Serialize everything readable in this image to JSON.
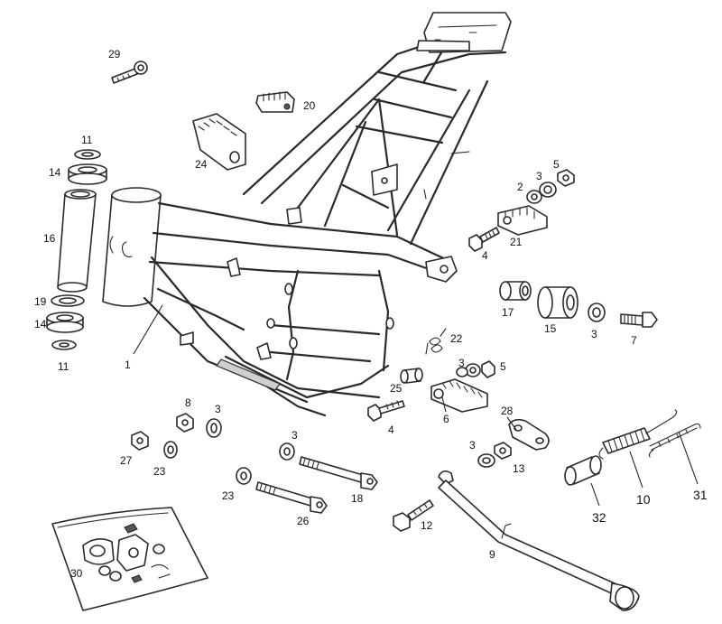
{
  "diagram": {
    "labels": {
      "p1": "1",
      "p2": "2",
      "p3a": "3",
      "p3b": "3",
      "p3c": "3",
      "p3d": "3",
      "p3e": "3",
      "p3f": "3",
      "p4a": "4",
      "p4b": "4",
      "p5a": "5",
      "p5b": "5",
      "p6": "6",
      "p7": "7",
      "p8": "8",
      "p9": "9",
      "p10": "10",
      "p11a": "11",
      "p11b": "11",
      "p12": "12",
      "p13": "13",
      "p14a": "14",
      "p14b": "14",
      "p15": "15",
      "p16": "16",
      "p17": "17",
      "p18": "18",
      "p19": "19",
      "p20": "20",
      "p21": "21",
      "p22": "22",
      "p23a": "23",
      "p23b": "23",
      "p24": "24",
      "p25": "25",
      "p26": "26",
      "p27": "27",
      "p28": "28",
      "p29": "29",
      "p30": "30",
      "p31": "31",
      "p32": "32"
    }
  }
}
